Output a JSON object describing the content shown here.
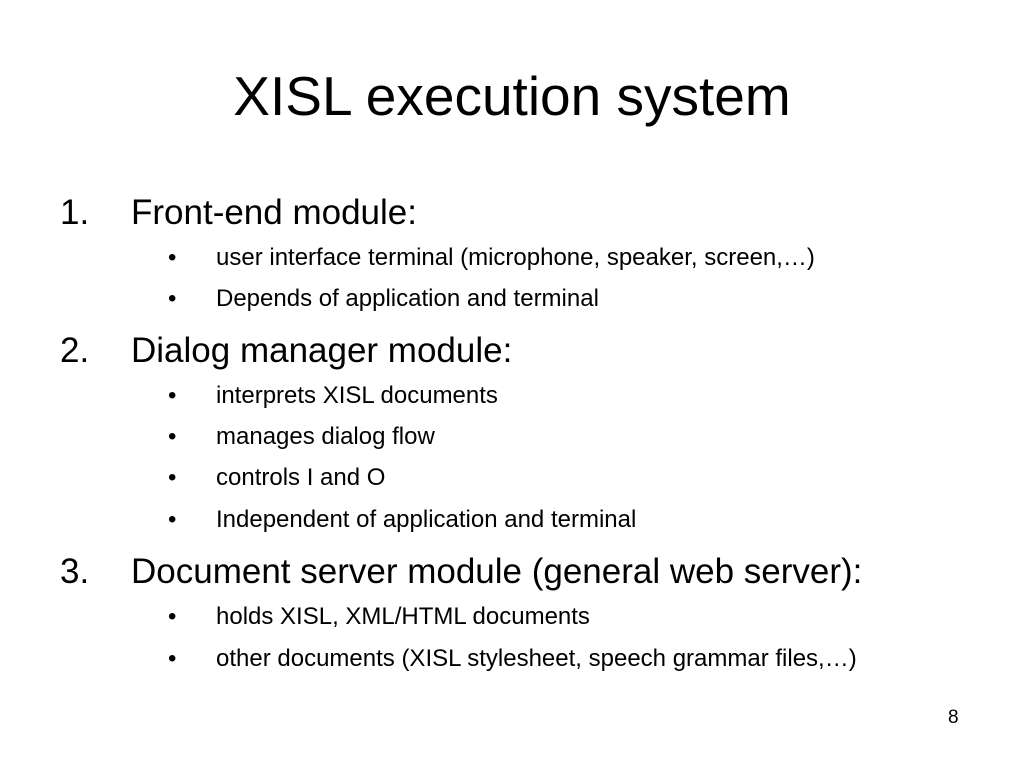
{
  "slide": {
    "title": "XISL execution system",
    "page_number": "8",
    "bullet_glyph": "•",
    "items": [
      {
        "number": "1.",
        "label": "Front-end module:",
        "bullets": [
          "user interface terminal (microphone, speaker, screen,…)",
          "Depends of application and terminal"
        ]
      },
      {
        "number": "2.",
        "label": "Dialog manager module:",
        "bullets": [
          "interprets XISL documents",
          "manages dialog flow",
          "controls I and O",
          "Independent of application and terminal"
        ]
      },
      {
        "number": "3.",
        "label": "Document server module (general web server):",
        "bullets": [
          "holds XISL, XML/HTML documents",
          "other documents (XISL stylesheet, speech grammar files,…)"
        ]
      }
    ]
  }
}
